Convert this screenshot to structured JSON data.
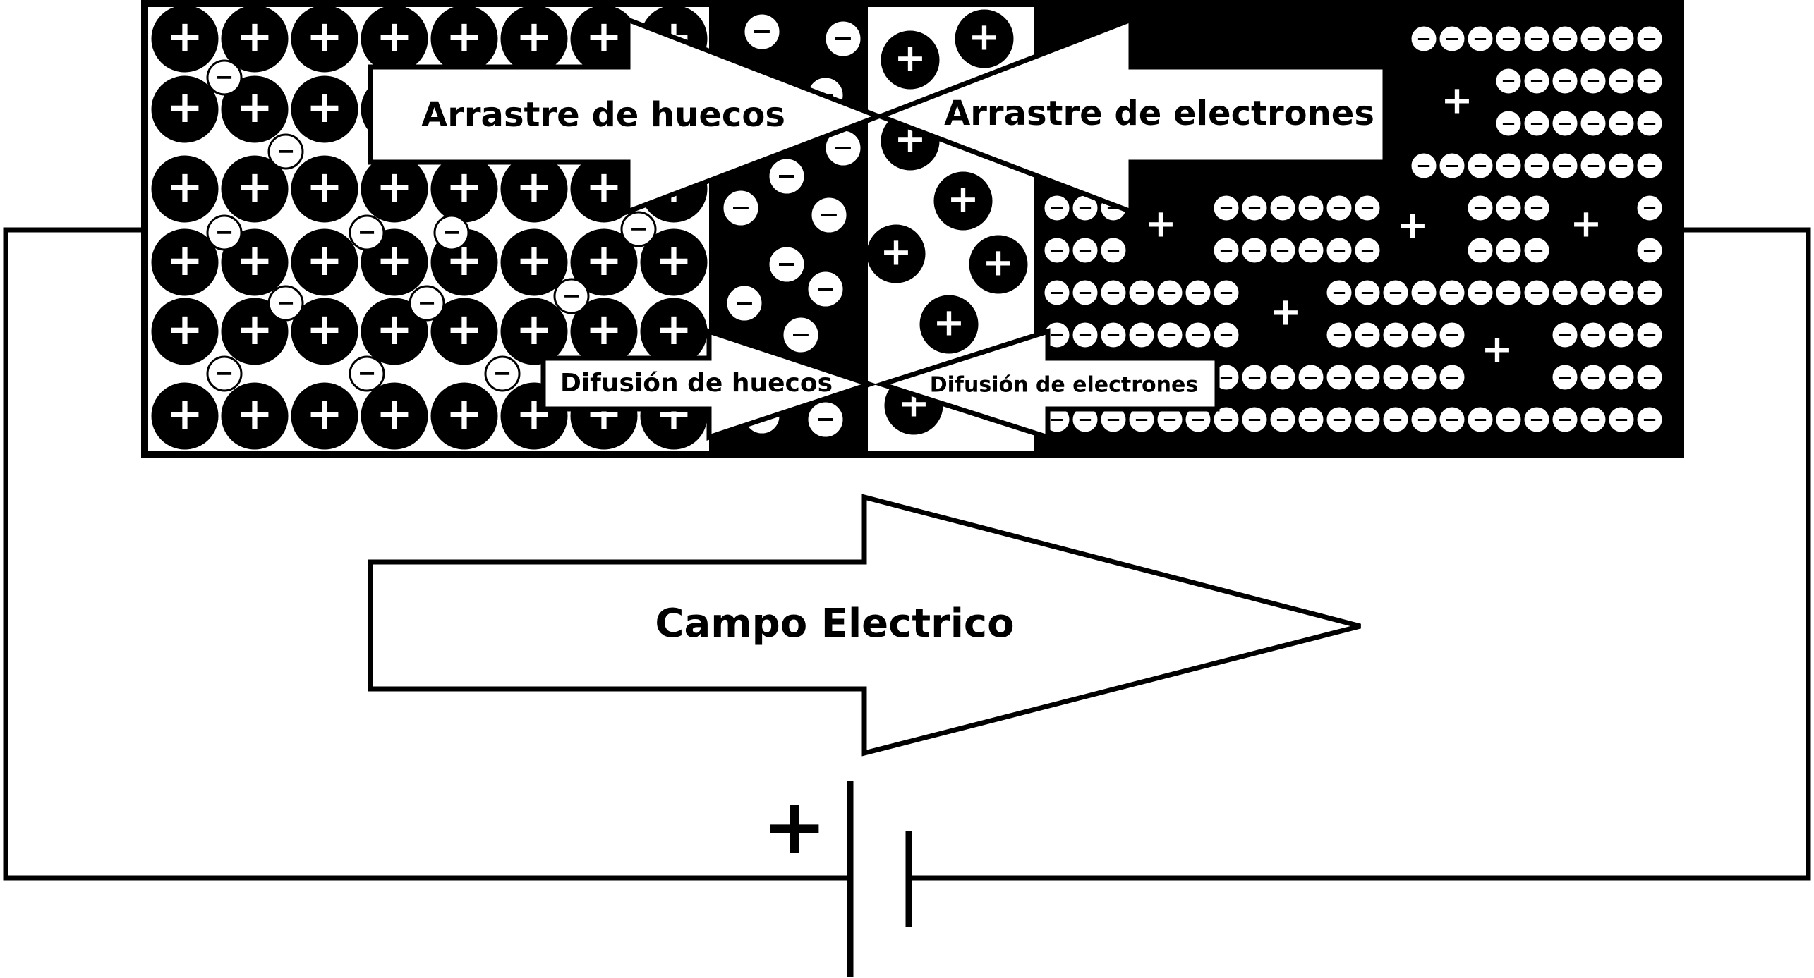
{
  "labels": {
    "drift_holes": "Arrastre de huecos",
    "drift_electrons": "Arrastre de electrones",
    "diffusion_holes": "Difusión de huecos",
    "diffusion_electrons": "Difusión de electrones",
    "field": "Campo Electrico",
    "battery_plus": "+"
  },
  "carrier_symbols": {
    "hole": "+",
    "electron": "−"
  },
  "colors": {
    "ink": "#000000",
    "paper": "#ffffff"
  }
}
